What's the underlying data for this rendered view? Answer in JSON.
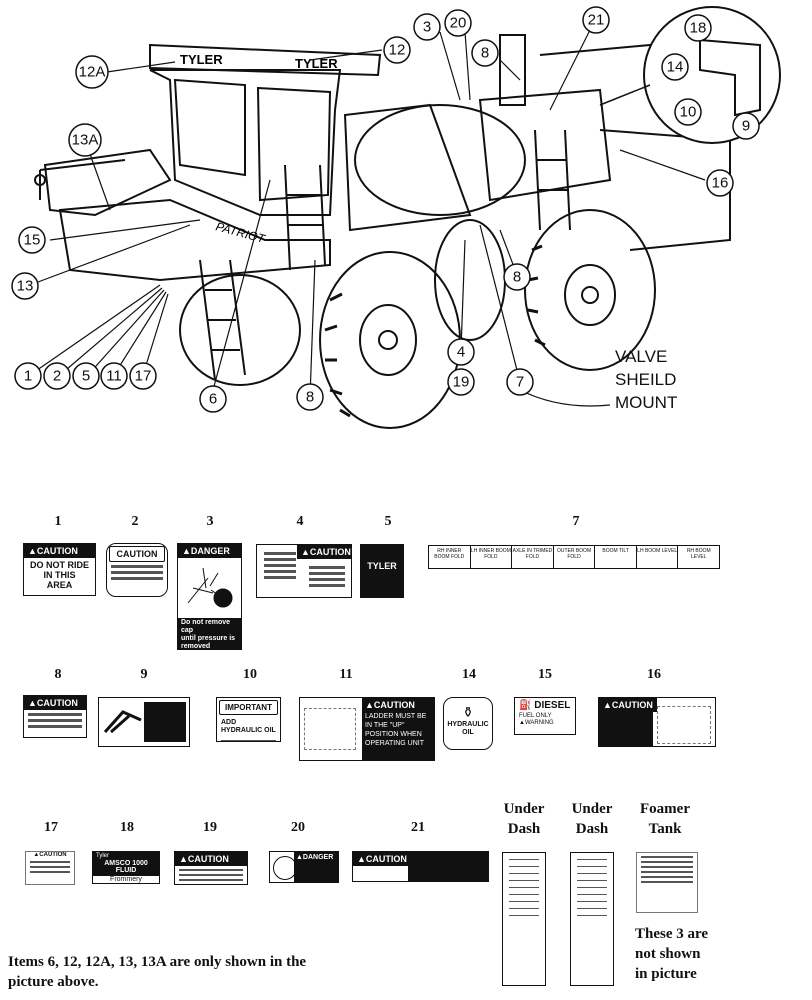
{
  "diagram": {
    "callouts": [
      "12A",
      "12",
      "3",
      "20",
      "8",
      "21",
      "18",
      "14",
      "10",
      "9",
      "13A",
      "16",
      "15",
      "13",
      "8",
      "1",
      "2",
      "5",
      "11",
      "17",
      "6",
      "8",
      "4",
      "19",
      "7"
    ],
    "brand_text": [
      "TYLER",
      "TYLER"
    ],
    "cab_text": "PATRIOT",
    "valve_label": [
      "VALVE",
      "SHEILD",
      "MOUNT"
    ]
  },
  "parts": {
    "labels": [
      "1",
      "2",
      "3",
      "4",
      "5",
      "7",
      "8",
      "9",
      "10",
      "11",
      "14",
      "15",
      "16",
      "17",
      "18",
      "19",
      "20",
      "21"
    ],
    "extra_headers": [
      [
        "Under",
        "Dash"
      ],
      [
        "Under",
        "Dash"
      ],
      [
        "Foamer",
        "Tank"
      ]
    ]
  },
  "decals": {
    "d1": {
      "head": "▲CAUTION",
      "text": [
        "DO NOT RIDE",
        "IN THIS",
        "AREA"
      ]
    },
    "d2": {
      "head": "CAUTION"
    },
    "d3": {
      "head": "▲DANGER",
      "text": [
        "Do not remove cap",
        "until pressure is",
        "removed"
      ]
    },
    "d4": {
      "head": "▲CAUTION"
    },
    "d5": {
      "head": "TYLER"
    },
    "d7": {
      "cells": [
        "RH INNER BOOM FOLD",
        "LH INNER BOOM FOLD",
        "AXLE IN TRIMED FOLD",
        "OUTER BOOM FOLD",
        "BOOM TILT",
        "LH BOOM LEVEL",
        "RH BOOM LEVEL"
      ]
    },
    "d8": {
      "head": "▲CAUTION"
    },
    "d10": {
      "head": "IMPORTANT",
      "text": [
        "ADD HYDRAULIC OIL"
      ]
    },
    "d11": {
      "head": "▲CAUTION",
      "text": [
        "LADDER MUST BE",
        "IN THE \"UP\"",
        "POSITION WHEN",
        "OPERATING UNIT"
      ]
    },
    "d14": {
      "text": [
        "HYDRAULIC",
        "OIL"
      ]
    },
    "d15": {
      "head": "DIESEL",
      "text": [
        "FUEL ONLY",
        "▲WARNING"
      ]
    },
    "d16": {
      "head": "▲CAUTION"
    },
    "d17": {
      "head": "▲CAUTION"
    },
    "d18": {
      "text": [
        "Tyler",
        "AMSCO 1000 FLUID",
        "Frommery"
      ]
    },
    "d19": {
      "head": "▲CAUTION"
    },
    "d20": {
      "head": "▲DANGER"
    },
    "d21": {
      "head": "▲CAUTION"
    }
  },
  "notes": {
    "items_note": [
      "Items 6, 12, 12A, 13, 13A are only shown in the",
      "picture above."
    ],
    "not_shown": [
      "These 3 are",
      "not shown",
      "in picture"
    ]
  }
}
